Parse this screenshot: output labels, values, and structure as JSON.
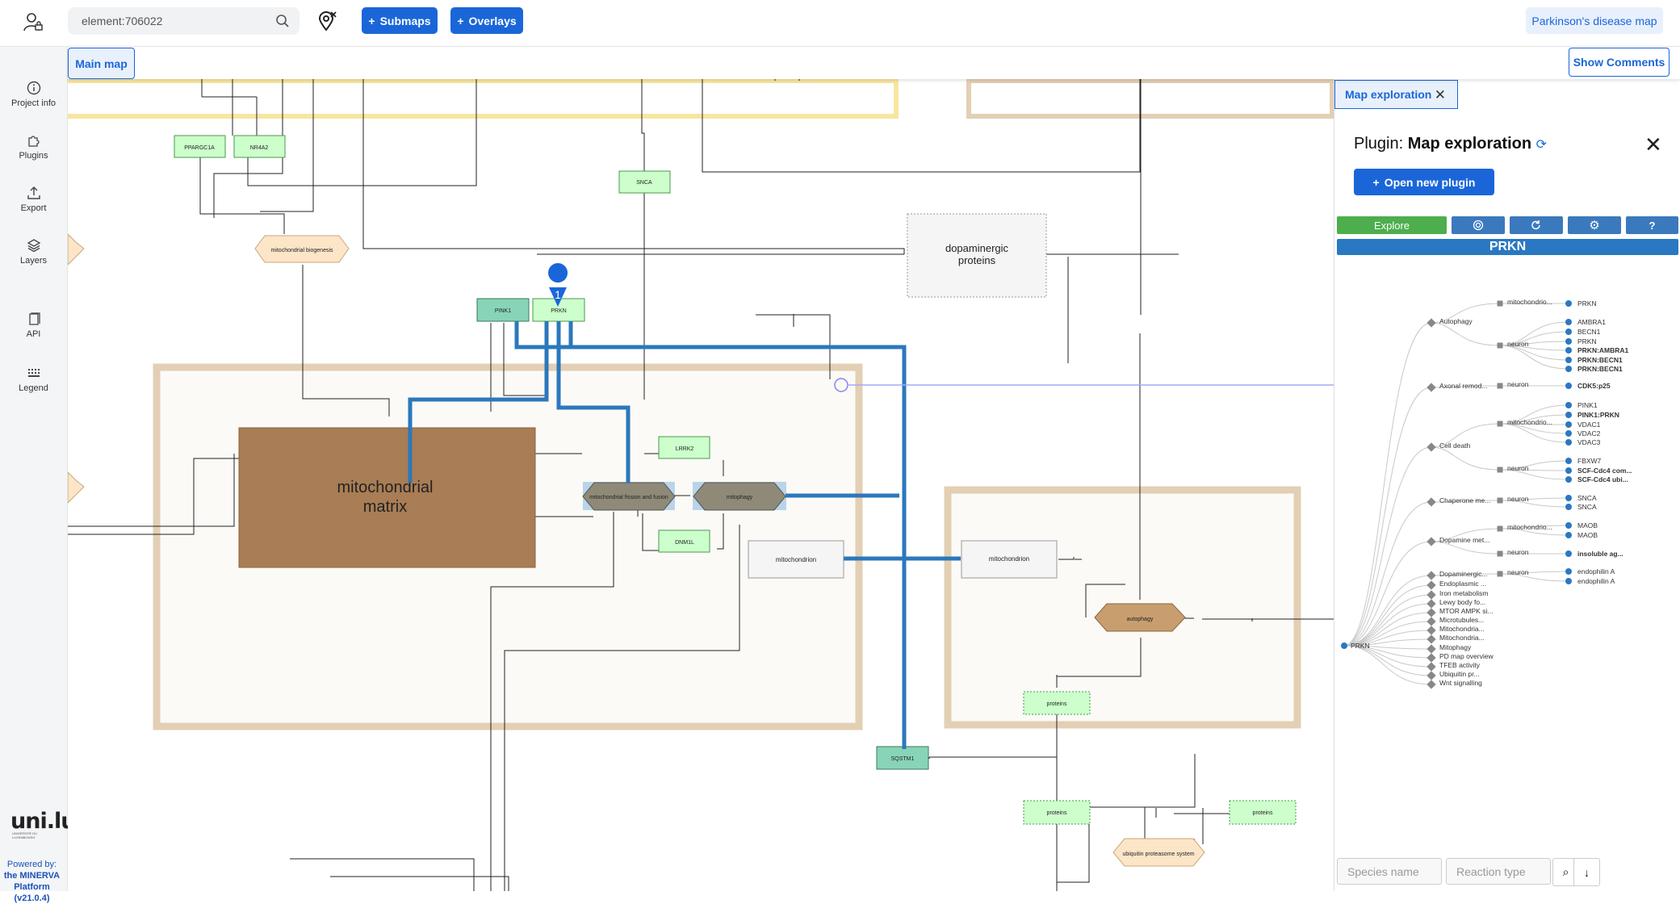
{
  "header": {
    "search_value": "element:706022",
    "submaps_label": "Submaps",
    "overlays_label": "Overlays",
    "project_name": "Parkinson's disease map"
  },
  "sidebar": {
    "items": [
      {
        "label": "Project info",
        "icon": "info-icon"
      },
      {
        "label": "Plugins",
        "icon": "puzzle-icon"
      },
      {
        "label": "Export",
        "icon": "export-icon"
      },
      {
        "label": "Layers",
        "icon": "layers-icon"
      },
      {
        "label": "API",
        "icon": "api-icon"
      },
      {
        "label": "Legend",
        "icon": "legend-icon"
      }
    ],
    "logo": "uni.lu",
    "logo_sub": "UNIVERSITÉ DU LUXEMBOURG",
    "powered_line1": "Powered by:",
    "powered_line2": "the MINERVA",
    "powered_line3": "Platform",
    "powered_line4": "(v21.0.4)"
  },
  "tabs": {
    "main_map": "Main map",
    "show_comments": "Show Comments"
  },
  "map": {
    "nodes": {
      "ppargc1a": "PPARGC1A",
      "nr4a2": "NR4A2",
      "snca": "SNCA",
      "mito_biogenesis": "mitochondrial biogenesis",
      "dopaminergic_1": "dopaminergic",
      "dopaminergic_2": "proteins",
      "pink1": "PINK1",
      "prkn": "PRKN",
      "marker_count": "1",
      "matrix_1": "mitochondrial",
      "matrix_2": "matrix",
      "lrrk2": "LRRK2",
      "dnm1l": "DNM1L",
      "fission_fusion": "mitochondrial fission and fusion",
      "mitophagy": "mitophagy",
      "mitochondrion_a": "mitochondrion",
      "mitochondrion_b": "mitochondrion",
      "autophagy": "autophagy",
      "proteins_a": "proteins",
      "proteins_b": "proteins",
      "proteins_c": "proteins",
      "sqstm1": "SQSTM1",
      "ups": "ubiquitin proteasome system"
    }
  },
  "panel": {
    "tab_label": "Map exploration",
    "title_prefix": "Plugin: ",
    "title_name": "Map exploration",
    "open_plugin_label": "Open new plugin",
    "explore_label": "Explore",
    "help_label": "?",
    "gene": "PRKN",
    "root": "PRKN",
    "categories": [
      "Autophagy",
      "Axonal remod...",
      "Cell death",
      "Chaperone me...",
      "Dopamine met...",
      "Dopaminergic...",
      "Endoplasmic ...",
      "Iron metabolism",
      "Lewy body fo...",
      "MTOR AMPK si...",
      "Microtubules...",
      "Mitochondria...",
      "Mitochondria...",
      "Mitophagy",
      "PD map overview",
      "TFEB activity",
      "Ubiquitin pr...",
      "Wnt signalling"
    ],
    "compartments": [
      "mitochondrio...",
      "neuron",
      "neuron",
      "mitochondrio...",
      "neuron",
      "neuron",
      "mitochondrio...",
      "neuron",
      "neuron"
    ],
    "leaves": [
      "PRKN",
      "AMBRA1",
      "BECN1",
      "PRKN",
      "PRKN:AMBRA1",
      "PRKN:BECN1",
      "PRKN:BECN1",
      "CDK5:p25",
      "PINK1",
      "PINK1:PRKN",
      "VDAC1",
      "VDAC2",
      "VDAC3",
      "FBXW7",
      "SCF-Cdc4 com...",
      "SCF-Cdc4 ubi...",
      "SNCA",
      "SNCA",
      "MAOB",
      "MAOB",
      "insoluble ag...",
      "endophilin A",
      "endophilin A"
    ],
    "species_placeholder": "Species name",
    "reaction_placeholder": "Reaction type"
  },
  "colors": {
    "accent": "#1a66d9",
    "highlight_edge": "#2b78bc",
    "gene_node": "#ccffcc",
    "compartment": "#e3cfb4",
    "matrix": "#a97d55",
    "explore_green": "#4cae4c"
  }
}
